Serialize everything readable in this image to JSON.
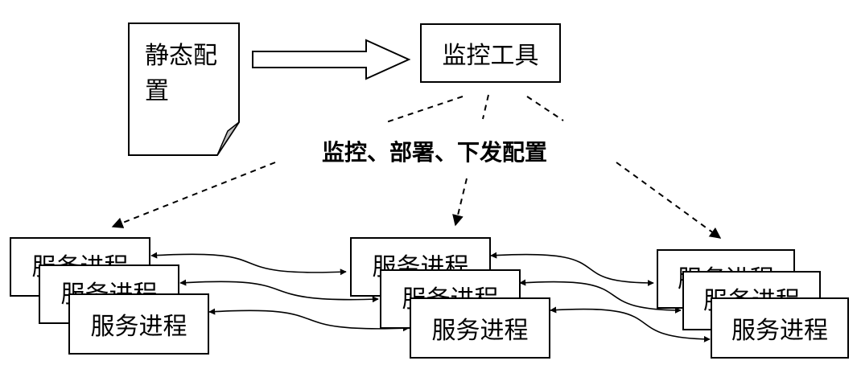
{
  "static_config": {
    "line1": "静态配",
    "line2": "置"
  },
  "monitor_tool": {
    "label": "监控工具"
  },
  "center_label": "监控、部署、下发配置",
  "process_groups": [
    {
      "items": [
        "服务进程",
        "服务进程",
        "服务进程"
      ]
    },
    {
      "items": [
        "服务进程",
        "服务进程",
        "服务进程"
      ]
    },
    {
      "items": [
        "服务进程",
        "服务进程",
        "服务进程"
      ]
    }
  ],
  "colors": {
    "line": "#000000",
    "fold": "#c0c0c0",
    "background": "#ffffff"
  }
}
